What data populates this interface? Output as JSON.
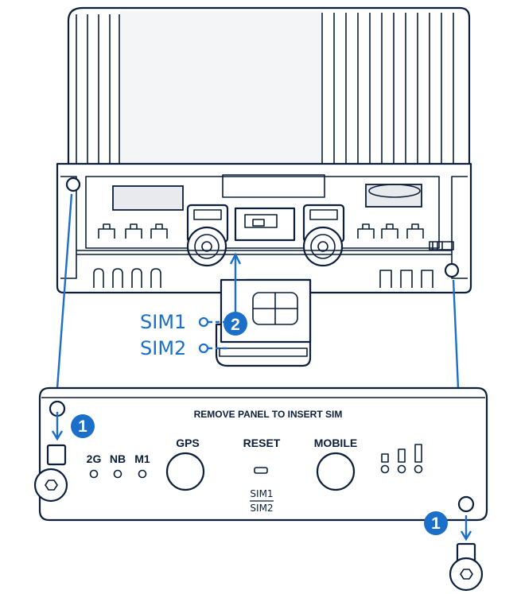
{
  "panel": {
    "title": "REMOVE PANEL TO INSERT SIM",
    "indicators": [
      "2G",
      "NB",
      "M1"
    ],
    "gps_label": "GPS",
    "reset_label": "RESET",
    "mobile_label": "MOBILE",
    "sim_switch_top": "SIM1",
    "sim_switch_bottom": "SIM2"
  },
  "callouts": {
    "sim1": "SIM1",
    "sim2": "SIM2",
    "step_remove_screws": "1",
    "step_insert_sim": "2"
  },
  "colors": {
    "line": "#0b1f3a",
    "accent": "#1b6fc8"
  }
}
